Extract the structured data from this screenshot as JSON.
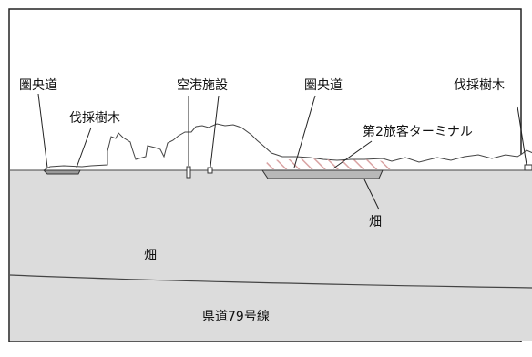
{
  "labels": {
    "kenodo_left": "圏央道",
    "felled_left": "伐採樹木",
    "airport": "空港施設",
    "kenodo_center": "圏央道",
    "felled_right": "伐採樹木",
    "terminal2": "第2旅客ターミナル",
    "field_right": "畑",
    "field_center": "畑",
    "prefectural_road": "県道79号線"
  },
  "colors": {
    "ground": "#dcdcdc",
    "outline": "#333333",
    "hatch": "#d9a3a3",
    "road_band": "#9a9a9a"
  }
}
